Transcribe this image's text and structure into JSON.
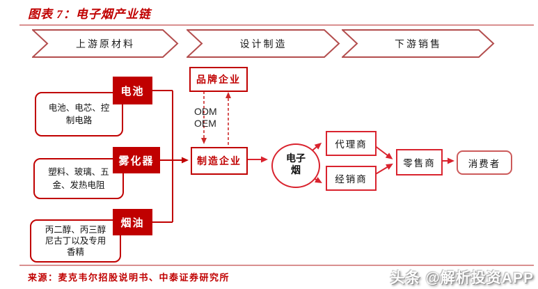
{
  "title": "图表 7：电子烟产业链",
  "stages": {
    "upstream": "上游原材料",
    "design": "设计制造",
    "downstream": "下游销售"
  },
  "upstream": {
    "battery": {
      "tag": "电池",
      "detail": "电池、电芯、控\n制电路"
    },
    "atomizer": {
      "tag": "雾化器",
      "detail": "塑料、玻璃、五\n金、发热电阻"
    },
    "eliquid": {
      "tag": "烟油",
      "detail": "丙二醇、丙三醇\n尼古丁以及专用\n香精"
    }
  },
  "manufacturing": {
    "brand": "品牌企业",
    "odm": "ODM",
    "oem": "OEM",
    "manufacturer": "制造企业"
  },
  "product": "电子\n烟",
  "sales": {
    "agent": "代理商",
    "distributor": "经销商",
    "retailer": "零售商",
    "consumer": "消费者"
  },
  "footer": {
    "source": "来源：麦克韦尔招股说明书、中泰证券研究所",
    "watermark": "头条 @解析投资APP"
  },
  "colors": {
    "dark_red": "#c00000",
    "bright_red": "#d9232e",
    "dashed_red": "#cc2a2a",
    "chevron_border": "#b34d4d",
    "separator_line": "#d98f8f"
  }
}
